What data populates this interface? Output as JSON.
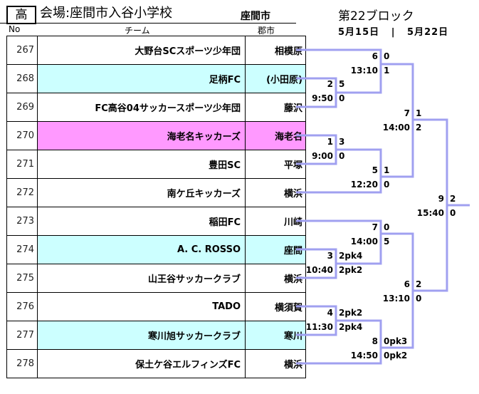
{
  "header": {
    "level": "高",
    "venue": "会場:座間市入谷小学校",
    "city_heading": "座間市",
    "block_title": "第22ブロック",
    "dates": "5月15日   |   5月22日"
  },
  "columns": {
    "no": "No",
    "team": "チーム",
    "city": "郡市"
  },
  "colors": {
    "bracket_line": "#a0a0f0",
    "cyan_row": "#ccffff",
    "pink_row": "#ff99ff"
  },
  "teams": [
    {
      "no": "267",
      "name": "大野台SCスポーツ少年団",
      "city": "相模原",
      "highlight": "none"
    },
    {
      "no": "268",
      "name": "足柄FC",
      "city": "(小田原)",
      "highlight": "cyan"
    },
    {
      "no": "269",
      "name": "FC高谷04サッカースポーツ少年団",
      "city": "藤沢",
      "highlight": "none"
    },
    {
      "no": "270",
      "name": "海老名キッカーズ",
      "city": "海老名",
      "highlight": "pink"
    },
    {
      "no": "271",
      "name": "豊田SC",
      "city": "平塚",
      "highlight": "none"
    },
    {
      "no": "272",
      "name": "南ケ丘キッカーズ",
      "city": "横浜",
      "highlight": "none"
    },
    {
      "no": "273",
      "name": "稲田FC",
      "city": "川崎",
      "highlight": "none"
    },
    {
      "no": "274",
      "name": "A. C. ROSSO",
      "city": "座間",
      "highlight": "cyan"
    },
    {
      "no": "275",
      "name": "山王谷サッカークラブ",
      "city": "横浜",
      "highlight": "none"
    },
    {
      "no": "276",
      "name": "TADO",
      "city": "横須賀",
      "highlight": "none"
    },
    {
      "no": "277",
      "name": "寒川旭サッカークラブ",
      "city": "寒川",
      "highlight": "cyan"
    },
    {
      "no": "278",
      "name": "保土ケ谷エルフィンズFC",
      "city": "横浜",
      "highlight": "none"
    }
  ],
  "matches": [
    {
      "id": "m2",
      "match_no": "2",
      "time": "9:50",
      "score_top": "5",
      "score_bottom": "0"
    },
    {
      "id": "m6a",
      "match_no": "6",
      "time": "13:10",
      "score_top": "0",
      "score_bottom": "1"
    },
    {
      "id": "m1",
      "match_no": "1",
      "time": "9:00",
      "score_top": "3",
      "score_bottom": "0"
    },
    {
      "id": "m5",
      "match_no": "5",
      "time": "12:20",
      "score_top": "1",
      "score_bottom": "0"
    },
    {
      "id": "m7a",
      "match_no": "7",
      "time": "14:00",
      "score_top": "1",
      "score_bottom": "2"
    },
    {
      "id": "m3",
      "match_no": "3",
      "time": "10:40",
      "score_top": "2pk4",
      "score_bottom": "2pk2"
    },
    {
      "id": "m7b",
      "match_no": "7",
      "time": "14:00",
      "score_top": "0",
      "score_bottom": "5"
    },
    {
      "id": "m4",
      "match_no": "4",
      "time": "11:30",
      "score_top": "2pk2",
      "score_bottom": "2pk4"
    },
    {
      "id": "m8",
      "match_no": "8",
      "time": "14:50",
      "score_top": "0pk3",
      "score_bottom": "0pk2"
    },
    {
      "id": "m6b",
      "match_no": "6",
      "time": "13:10",
      "score_top": "2",
      "score_bottom": "0"
    },
    {
      "id": "m9",
      "match_no": "9",
      "time": "15:40",
      "score_top": "2",
      "score_bottom": "0"
    }
  ]
}
